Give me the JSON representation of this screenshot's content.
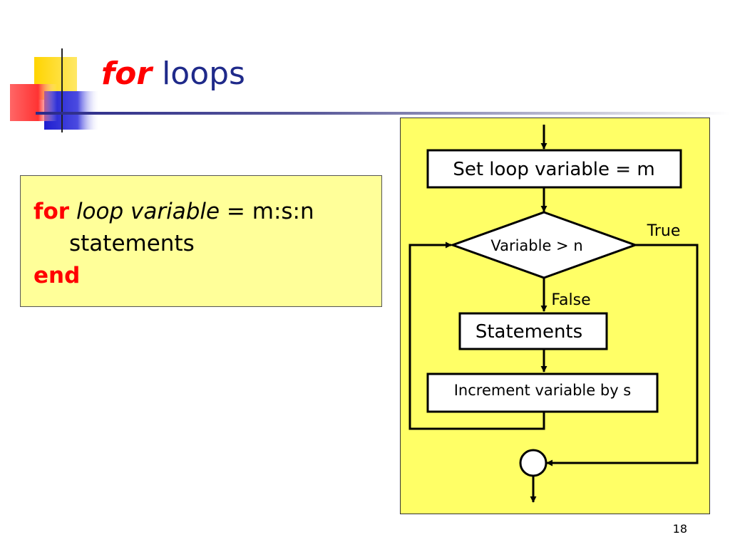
{
  "slide": {
    "title_keyword": "for",
    "title_rest": " loops",
    "page_number": "18"
  },
  "code": {
    "line1_keyword": "for",
    "line1_var": "loop variable",
    "line1_rest": " = m:s:n",
    "line2": "statements",
    "line3_keyword": "end"
  },
  "flowchart": {
    "set_box": "Set loop variable = m",
    "decision": "Variable > n",
    "true_label": "True",
    "false_label": "False",
    "statements_box": "Statements",
    "increment_box": "Increment variable by s"
  }
}
